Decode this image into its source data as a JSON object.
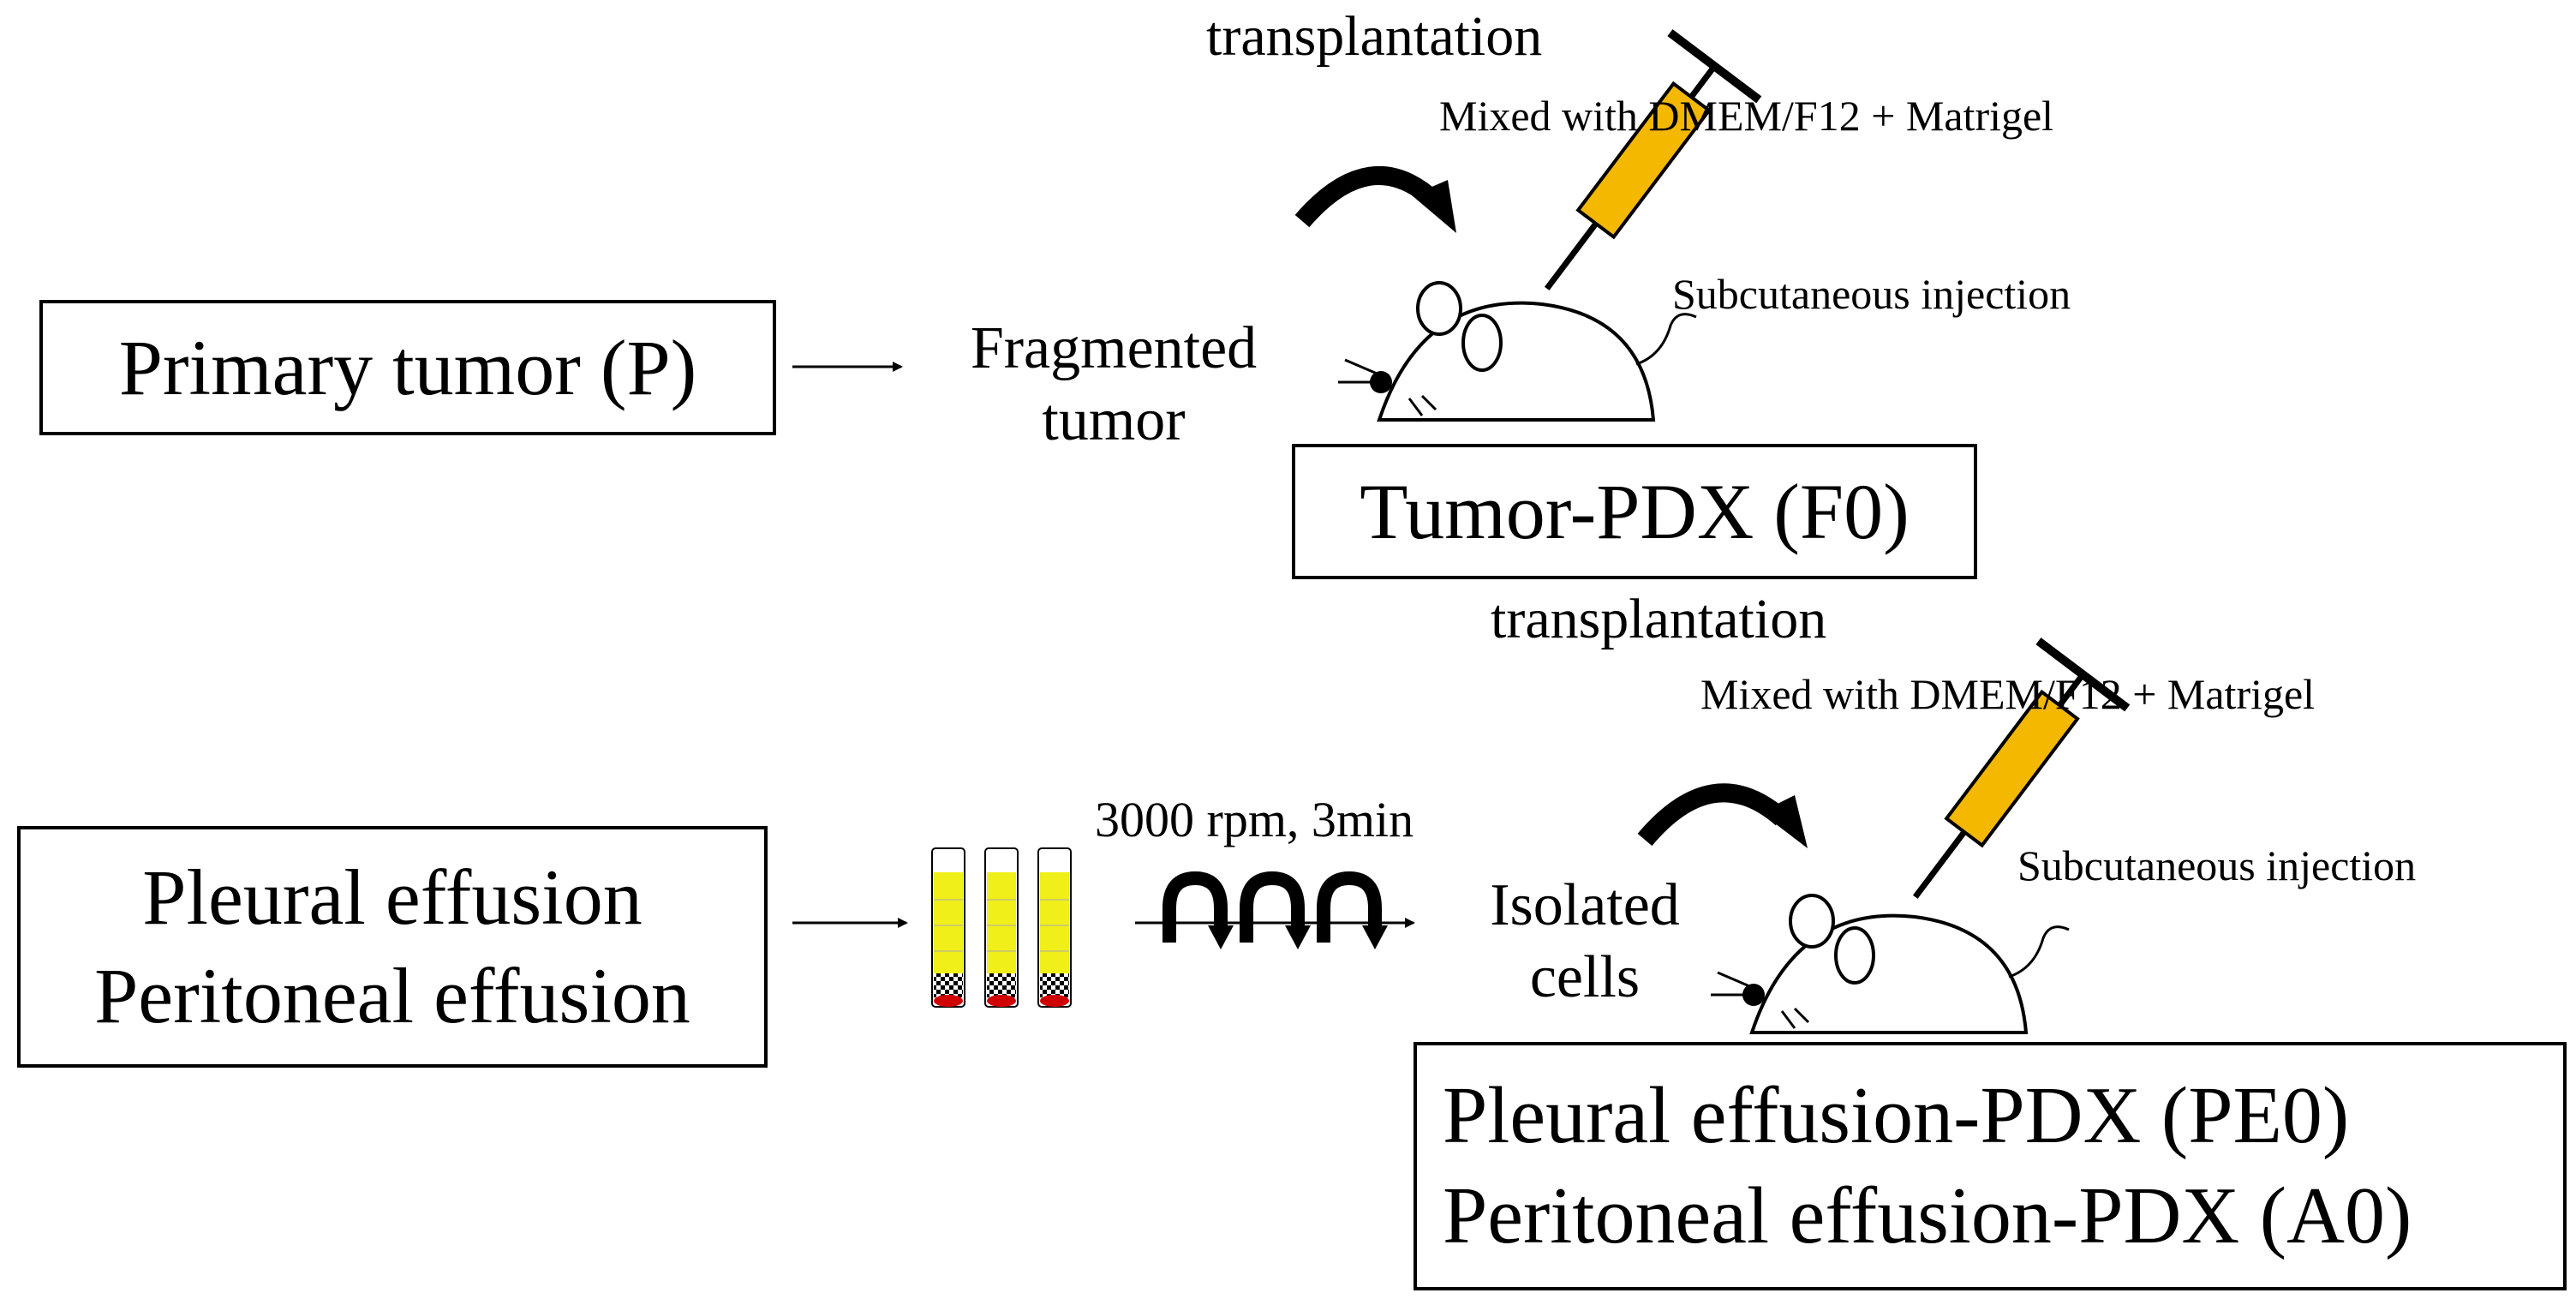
{
  "primary_box": {
    "text": "Primary tumor (P)"
  },
  "fragmented": {
    "line1": "Fragmented",
    "line2": "tumor"
  },
  "top_transplant": "transplantation",
  "top_mixed": "Mixed with DMEM/F12 + Matrigel",
  "top_subcutaneous": "Subcutaneous injection",
  "tumor_pdx_box": {
    "text": "Tumor-PDX (F0)"
  },
  "mid_transplant": "transplantation",
  "bottom_mixed": "Mixed with DMEM/F12 + Matrigel",
  "effusion_box": {
    "line1": "Pleural effusion",
    "line2": "Peritoneal effusion"
  },
  "centrifuge_label": "3000 rpm, 3min",
  "isolated": {
    "line1": "Isolated",
    "line2": "cells"
  },
  "bottom_subcutaneous": "Subcutaneous injection",
  "effusion_pdx_box": {
    "line1": "Pleural effusion-PDX (PE0)",
    "line2": "Peritoneal effusion-PDX (A0)"
  },
  "colors": {
    "syringe_fill": "#f5b800",
    "tube_fill": "#f0ef1a",
    "pellet": "#d10000",
    "stroke": "#000000"
  }
}
